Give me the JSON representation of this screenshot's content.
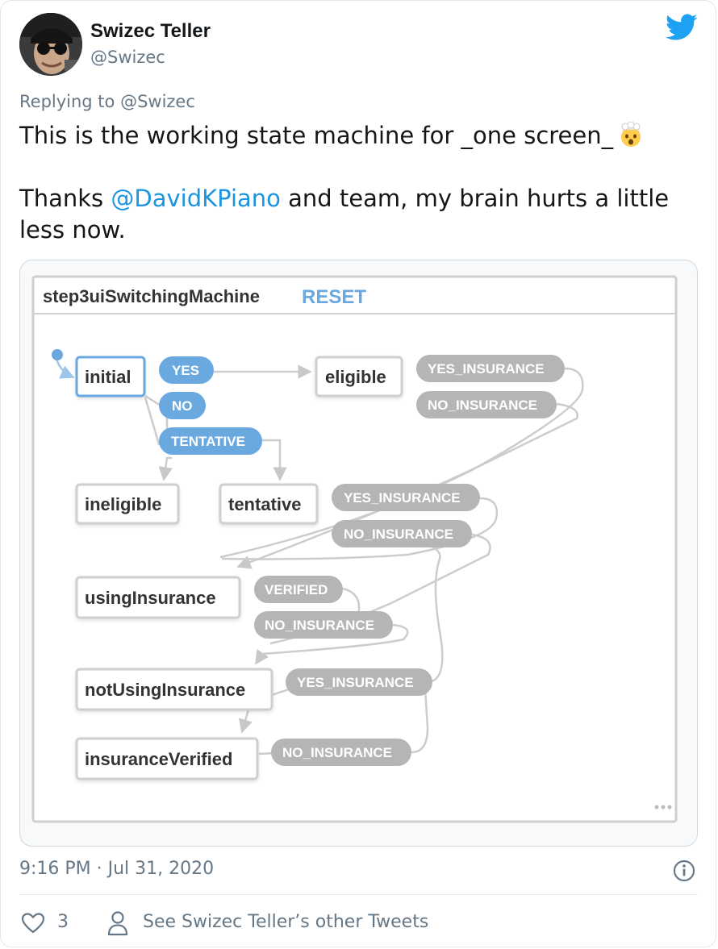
{
  "author": {
    "display_name": "Swizec Teller",
    "handle": "@Swizec"
  },
  "reply_context": "Replying to @Swizec",
  "tweet": {
    "line1": "This is the working state machine for _one screen_",
    "emoji": "exploding-head-emoji",
    "line2_prefix": "Thanks ",
    "mention": "@DavidKPiano",
    "line2_suffix": " and team, my brain hurts a little less now."
  },
  "diagram": {
    "machine_name": "step3uiSwitchingMachine",
    "reset_label": "RESET",
    "states": {
      "initial": "initial",
      "eligible": "eligible",
      "ineligible": "ineligible",
      "tentative": "tentative",
      "usingInsurance": "usingInsurance",
      "notUsingInsurance": "notUsingInsurance",
      "insuranceVerified": "insuranceVerified"
    },
    "events": {
      "initial_yes": "YES",
      "initial_no": "NO",
      "initial_tentative": "TENTATIVE",
      "eligible_yes_insurance": "YES_INSURANCE",
      "eligible_no_insurance": "NO_INSURANCE",
      "tentative_yes_insurance": "YES_INSURANCE",
      "tentative_no_insurance": "NO_INSURANCE",
      "using_verified": "VERIFIED",
      "using_no_insurance": "NO_INSURANCE",
      "notusing_yes_insurance": "YES_INSURANCE",
      "verified_no_insurance": "NO_INSURANCE"
    },
    "colors": {
      "active": "#6aa8e0",
      "inactive": "#b5b5b5",
      "edge": "#cccccc"
    }
  },
  "timestamp": "9:16 PM · Jul 31, 2020",
  "likes": "3",
  "other_tweets_link": "See Swizec Teller’s other Tweets"
}
